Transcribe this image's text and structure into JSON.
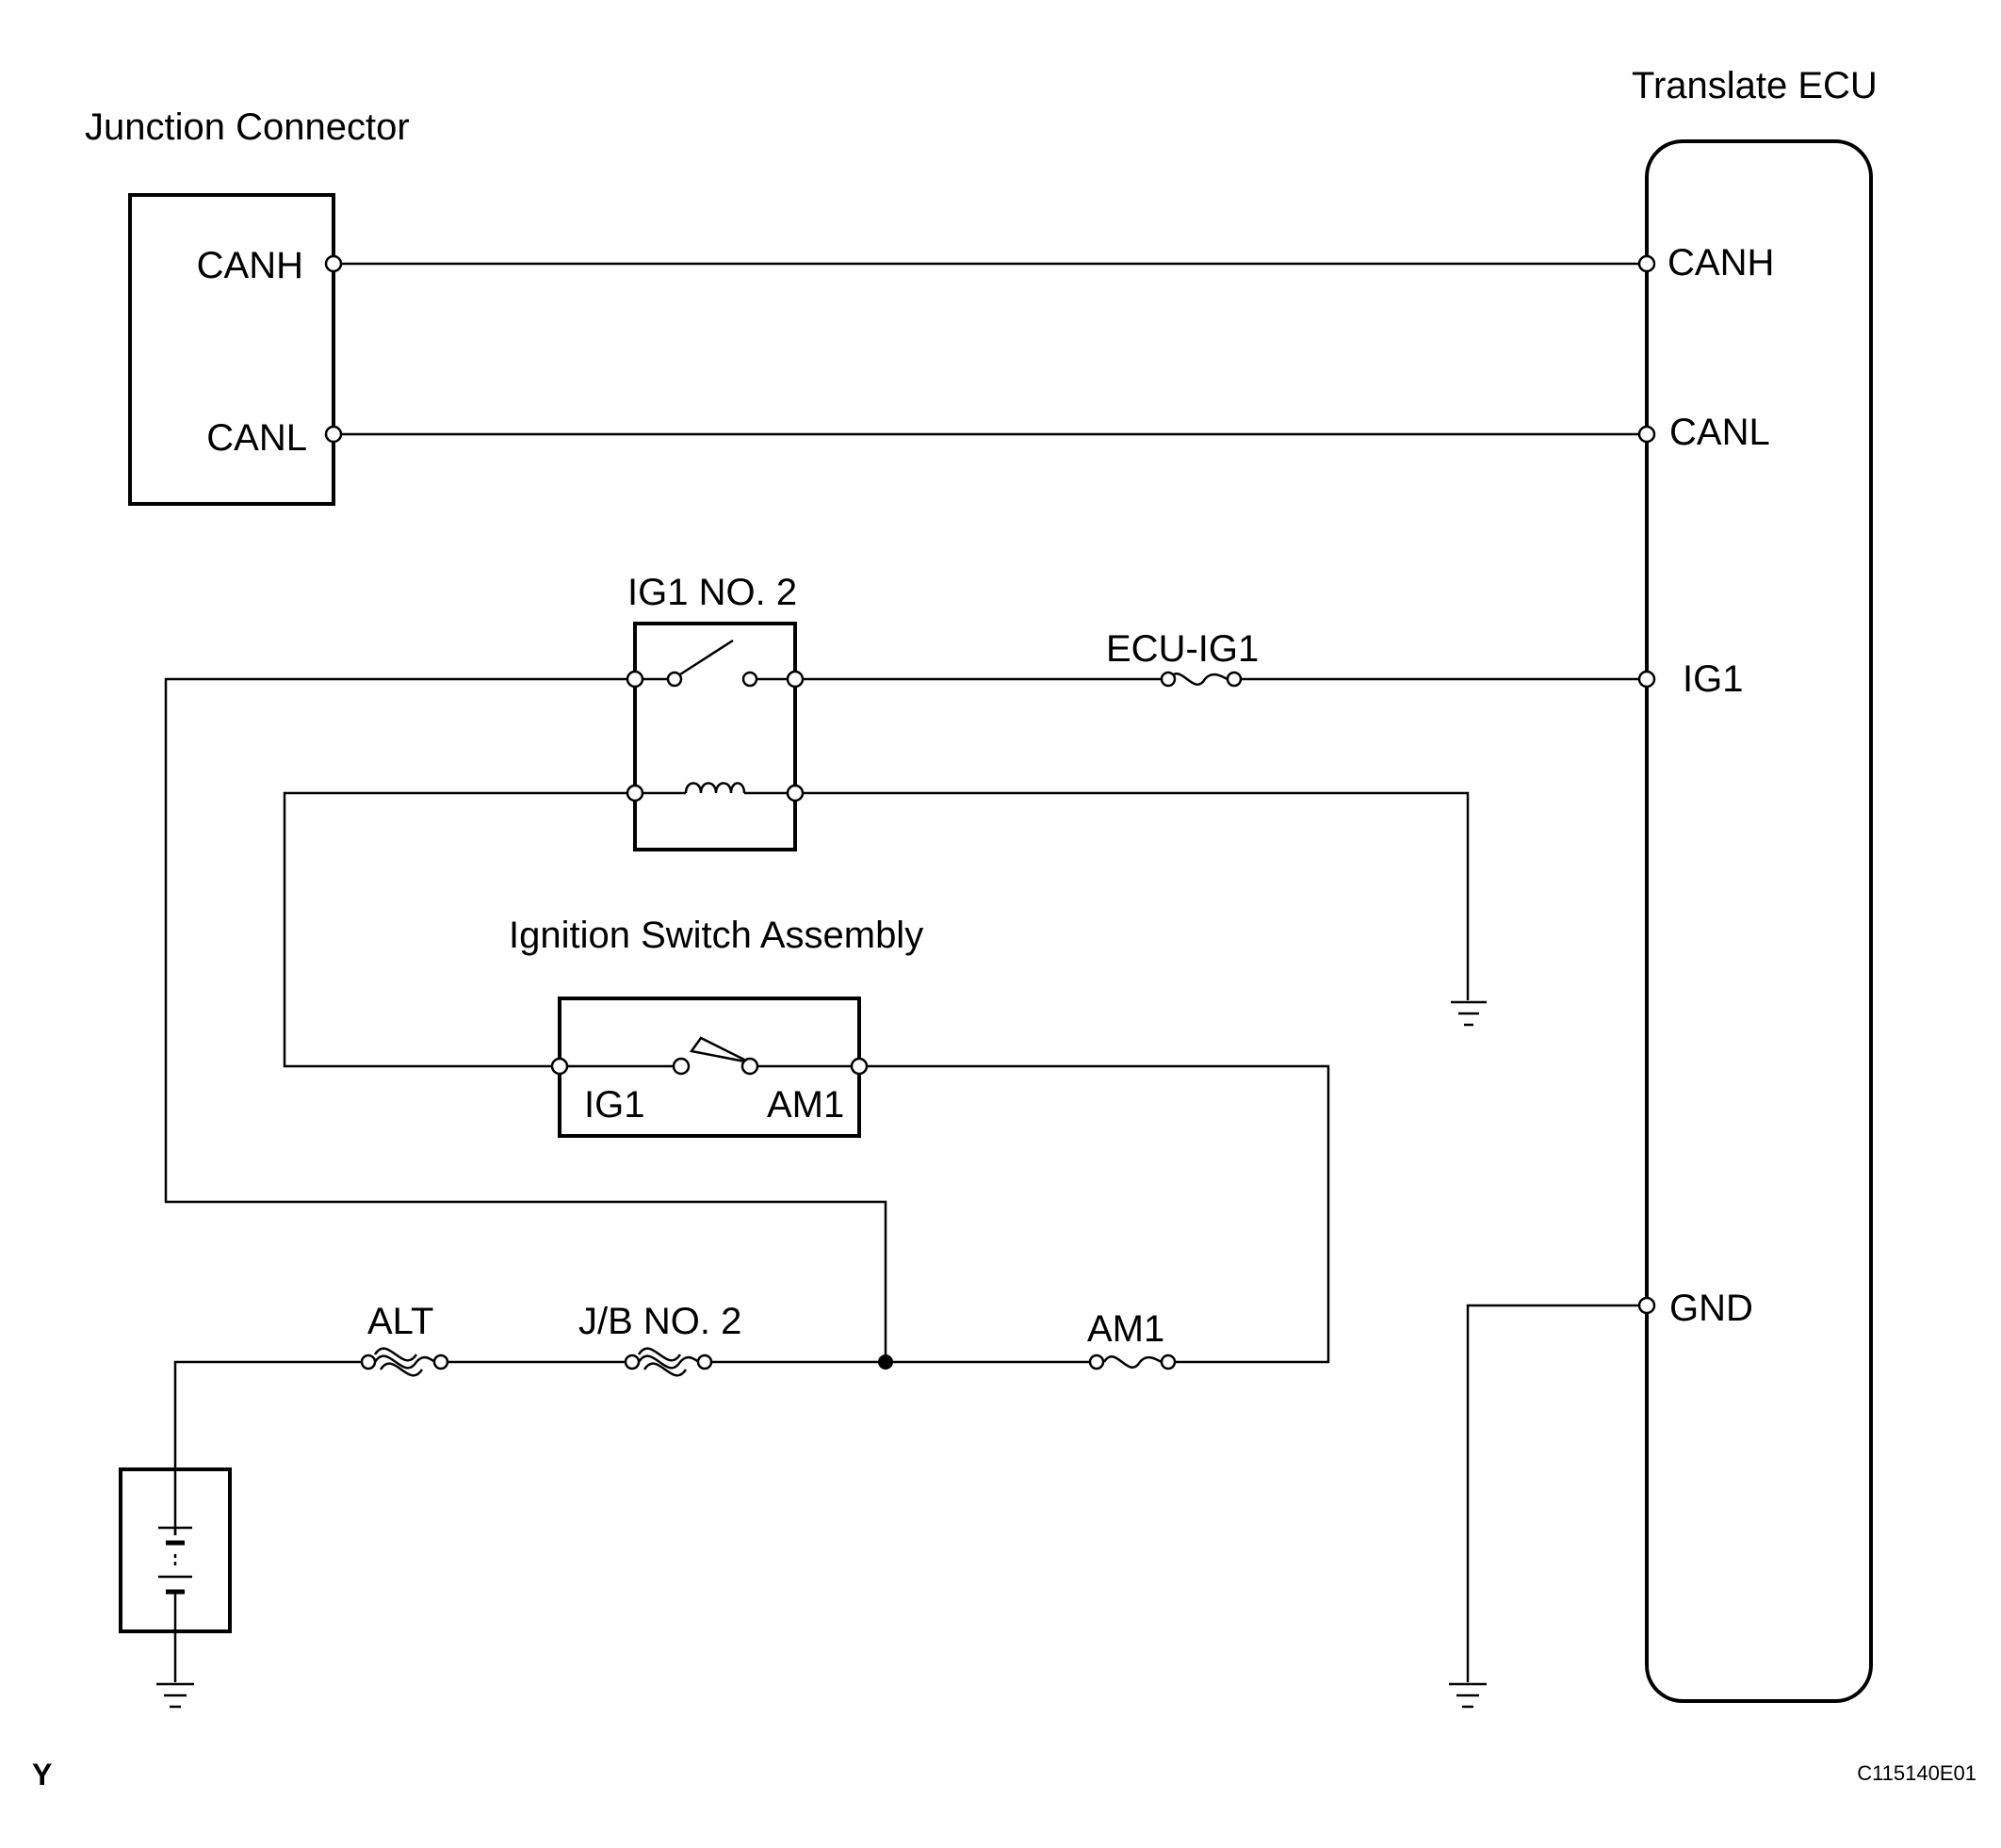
{
  "labels": {
    "junction_connector": "Junction Connector",
    "translate_ecu": "Translate ECU",
    "jc_canh": "CANH",
    "jc_canl": "CANL",
    "ecu_canh": "CANH",
    "ecu_canl": "CANL",
    "ecu_ig1": "IG1",
    "ecu_gnd": "GND",
    "relay": "IG1 NO. 2",
    "fuse_ecu_ig1": "ECU-IG1",
    "ignition_switch": "Ignition Switch Assembly",
    "switch_ig1": "IG1",
    "switch_am1": "AM1",
    "fuse_alt": "ALT",
    "fuse_jb": "J/B NO. 2",
    "fuse_am1": "AM1",
    "corner_left": "Y",
    "corner_right": "C115140E01"
  }
}
